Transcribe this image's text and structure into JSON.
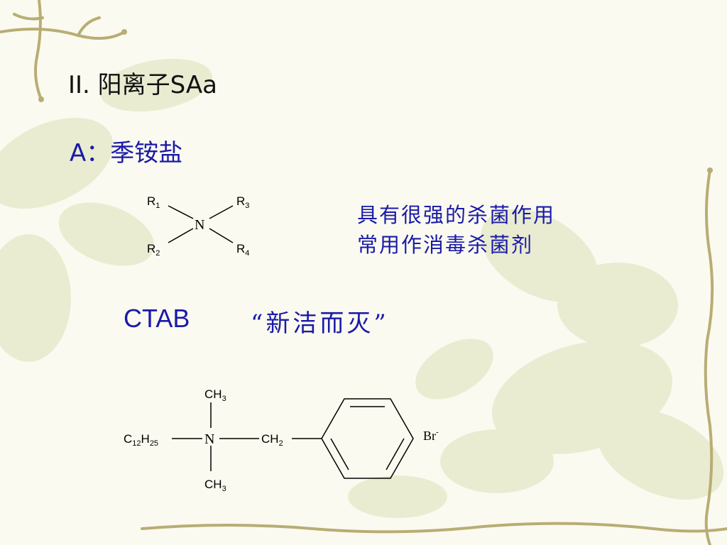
{
  "slide": {
    "title": "II. 阳离子SAa",
    "subtitle": "A：季铵盐",
    "description_lines": [
      "具有很强的杀菌作用",
      "常用作消毒杀菌剂"
    ],
    "compound_name": "CTAB",
    "compound_nickname": "“新洁而灭”"
  },
  "structure_general": {
    "center": "N",
    "substituents": [
      "R1",
      "R2",
      "R3",
      "R4"
    ]
  },
  "structure_ctab": {
    "center": "N",
    "top": "CH3",
    "bottom": "CH3",
    "left": "C12H25",
    "right": "CH2",
    "counter_ion": "Br-"
  },
  "colors": {
    "accent_text": "#1a1aa8",
    "background": "#fbfaf0",
    "vine": "#b8ad74",
    "leaf": "#e3e7c6"
  }
}
